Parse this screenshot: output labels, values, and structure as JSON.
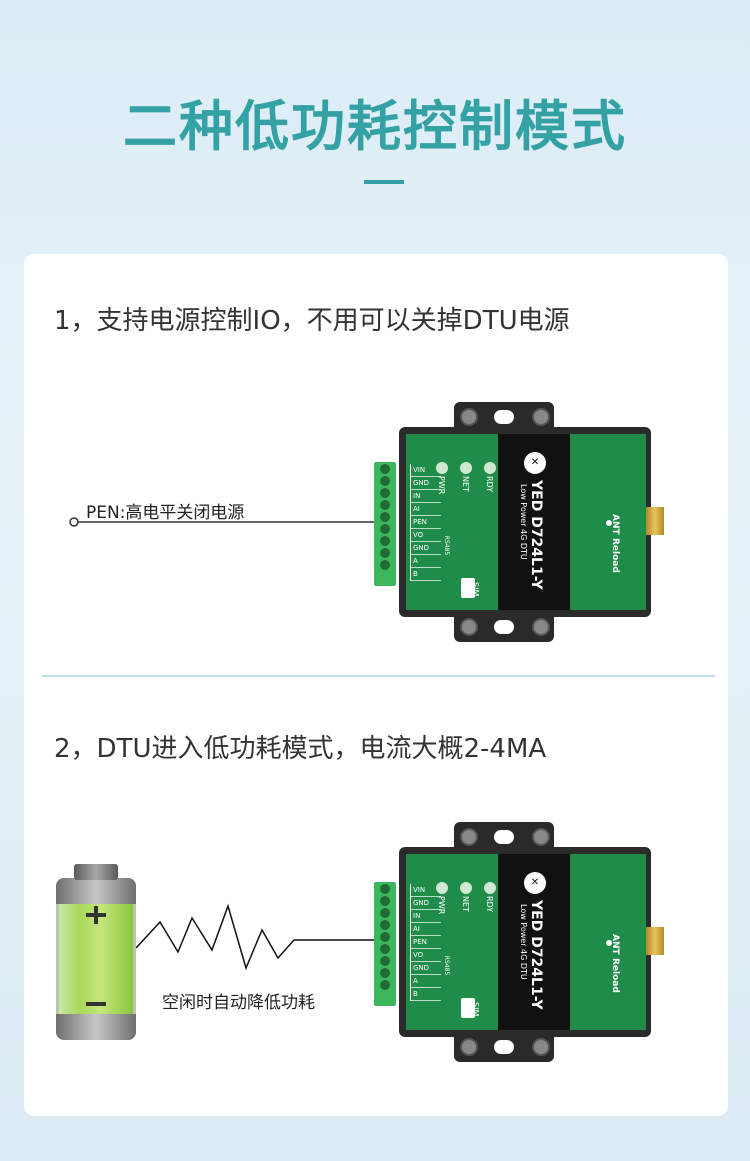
{
  "title": "二种低功耗控制模式",
  "section1": {
    "text": "1，支持电源控制IO，不用可以关掉DTU电源",
    "pen_label": "PEN:高电平关闭电源"
  },
  "section2": {
    "text": "2，DTU进入低功耗模式，电流大概2-4MA",
    "idle_label": "空闲时自动降低功耗"
  },
  "device": {
    "model": "YED D724L1-Y",
    "subtitle": "Low Power 4G DTU",
    "pins": [
      "VIN",
      "GND",
      "IN",
      "AI",
      "PEN",
      "VO",
      "GND",
      "A",
      "B"
    ],
    "rs485": "RS485",
    "leds": [
      "PWR",
      "NET",
      "RDY"
    ],
    "sim": "SIM",
    "ant": "ANT",
    "reload": "Reload"
  },
  "colors": {
    "accent": "#34a2a4",
    "device_green": "#1f8c4a",
    "terminal_green": "#3cb85c"
  }
}
